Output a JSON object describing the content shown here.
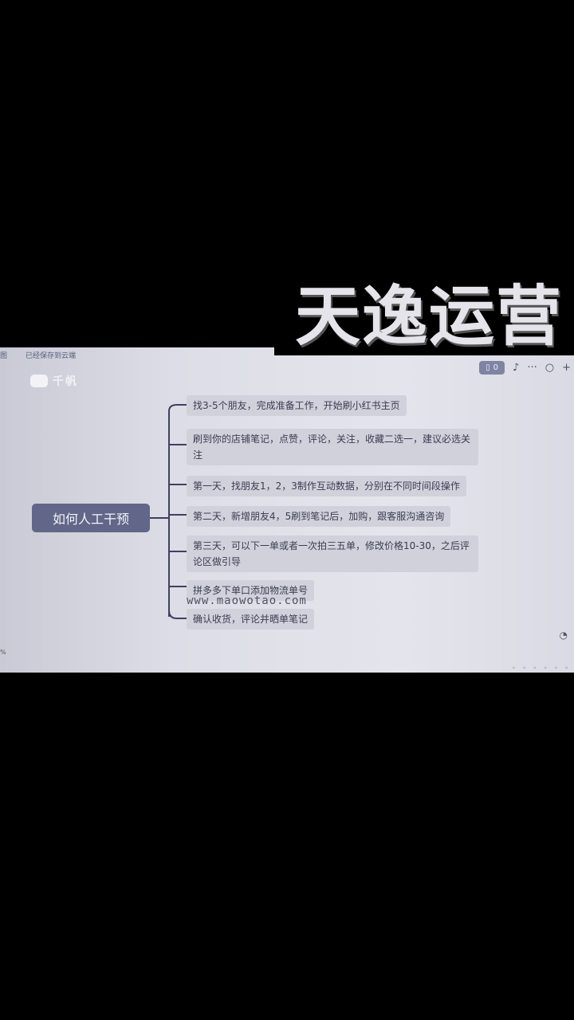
{
  "overlay_title": "天逸运营",
  "app": {
    "left_fragment": "图",
    "save_status": "已经保存到云端",
    "logo_text": "千帆",
    "share_count": "0"
  },
  "mindmap": {
    "root": "如何人工干预",
    "branches": [
      "找3-5个朋友，完成准备工作，开始刷小红书主页",
      "刷到你的店铺笔记，点赞，评论，关注，收藏二选一，建议必选关注",
      "第一天，找朋友1，2，3制作互动数据，分别在不同时间段操作",
      "第二天，新增朋友4，5刷到笔记后，加购，跟客服沟通咨询",
      "第三天，可以下一单或者一次拍三五单，修改价格10-30，之后评论区做引导",
      "拼多多下单口添加物流单号",
      "确认收货，评论并晒单笔记"
    ]
  },
  "watermark": "www.maowotao.com",
  "zoom_fragment": "%",
  "icons": {
    "doc": "document-icon",
    "bell": "bell-icon",
    "more": "more-icon",
    "search": "search-icon",
    "add": "plus-icon",
    "help": "help-circle-icon"
  }
}
